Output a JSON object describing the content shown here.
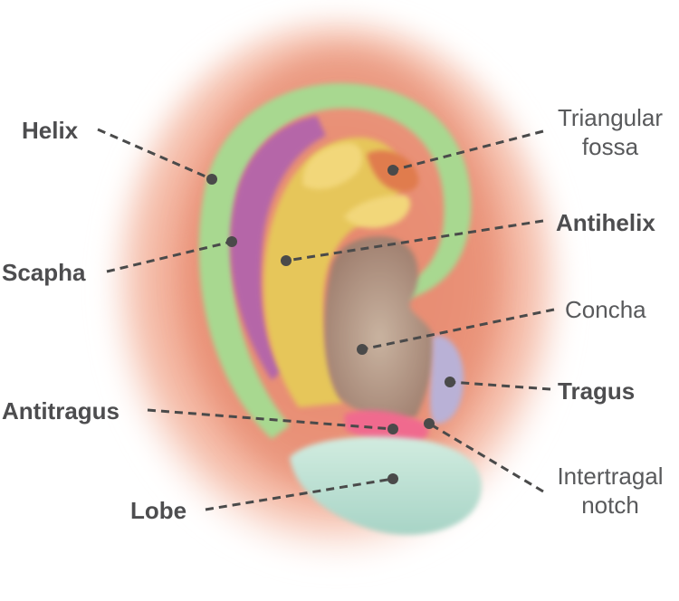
{
  "labels": {
    "helix": "Helix",
    "scapha": "Scapha",
    "antitragus": "Antitragus",
    "lobe": "Lobe",
    "triangular_fossa_line1": "Triangular",
    "triangular_fossa_line2": "fossa",
    "antihelix": "Antihelix",
    "concha": "Concha",
    "tragus": "Tragus",
    "intertragal_notch_line1": "Intertragal",
    "intertragal_notch_line2": "notch"
  },
  "colors": {
    "skin": "#e8907a",
    "helix": "#a8d890",
    "scapha": "#b566a8",
    "antihelix": "#e6c65a",
    "concha": "#b89a86",
    "tragus": "#b9b1d6",
    "antitragus": "#f06a8e",
    "lobe": "#b8dccd",
    "leader_line": "#4a4a4a"
  }
}
